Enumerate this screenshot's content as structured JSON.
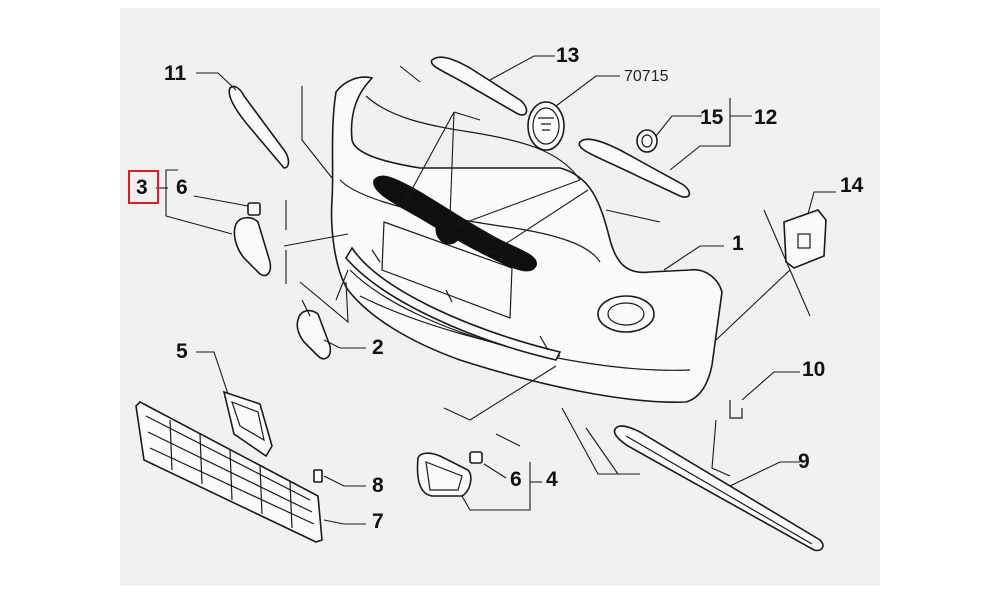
{
  "diagram": {
    "labels": {
      "p1": "1",
      "p2": "2",
      "p3": "3",
      "p4": "4",
      "p5": "5",
      "p6a": "6",
      "p6b": "6",
      "p7": "7",
      "p8": "8",
      "p9": "9",
      "p10": "10",
      "p11": "11",
      "p12": "12",
      "p13": "13",
      "p14": "14",
      "p15": "15",
      "code": "70715"
    },
    "highlight_color": "#d4202a"
  }
}
